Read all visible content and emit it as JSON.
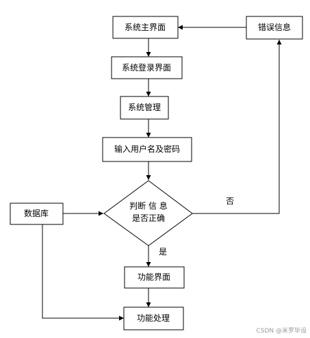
{
  "nodes": {
    "main_ui": "系统主界面",
    "login_ui": "系统登录界面",
    "system_mgmt": "系统管理",
    "input_credentials": "输入用户名及密码",
    "decision_line1": "判断 信 息",
    "decision_line2": "是否正确",
    "error_info": "错误信息",
    "database": "数据库",
    "function_ui": "功能界面",
    "function_process": "功能处理"
  },
  "edges": {
    "no_label": "否",
    "yes_label": "是"
  },
  "watermark": "CSDN @米罗毕设"
}
